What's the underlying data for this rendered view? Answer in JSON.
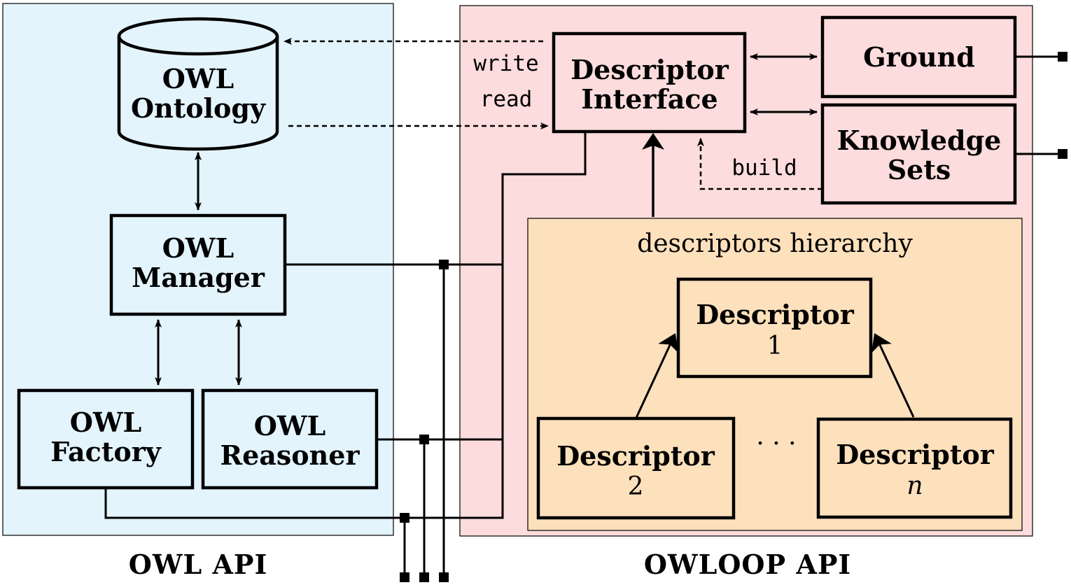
{
  "colors": {
    "owl_panel": "#e3f4fd",
    "owloop_panel": "#fcdcdc",
    "hierarchy_panel": "#fde0bc",
    "owl_box": "#e3f4fd",
    "owloop_box": "#fcdcdc",
    "descriptor_box": "#fde0bc"
  },
  "panels": {
    "owl_api": {
      "label": "OWL API"
    },
    "owloop_api": {
      "label": "OWLOOP API"
    },
    "hierarchy": {
      "label": "descriptors hierarchy"
    }
  },
  "nodes": {
    "ontology": {
      "line1": "OWL",
      "line2": "Ontology"
    },
    "manager": {
      "line1": "OWL",
      "line2": "Manager"
    },
    "factory": {
      "line1": "OWL",
      "line2": "Factory"
    },
    "reasoner": {
      "line1": "OWL",
      "line2": "Reasoner"
    },
    "descriptor_interface": {
      "line1": "Descriptor",
      "line2": "Interface"
    },
    "ground": {
      "line1": "Ground"
    },
    "knowledge_sets": {
      "line1": "Knowledge",
      "line2": "Sets"
    },
    "descriptor_1": {
      "line1": "Descriptor",
      "line2": "1"
    },
    "descriptor_2": {
      "line1": "Descriptor",
      "line2": "2"
    },
    "descriptor_n": {
      "line1": "Descriptor",
      "line2": "n"
    }
  },
  "edge_labels": {
    "write": "write",
    "read": "read",
    "build": "build",
    "ellipsis": "· · ·"
  }
}
